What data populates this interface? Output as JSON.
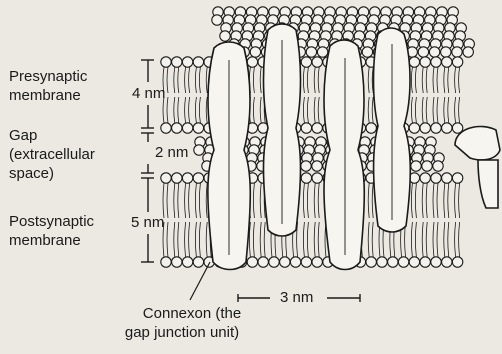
{
  "labels": {
    "presynaptic_line1": "Presynaptic",
    "presynaptic_line2": "membrane",
    "gap_line1": "Gap",
    "gap_line2": "(extracellular",
    "gap_line3": "space)",
    "postsynaptic_line1": "Postsynaptic",
    "postsynaptic_line2": "membrane",
    "connexon_line1": "Connexon (the",
    "connexon_line2": "gap junction unit)"
  },
  "measurements": {
    "presynaptic_thickness": "4 nm",
    "gap_width": "2 nm",
    "postsynaptic_thickness": "5 nm",
    "connexon_spacing": "3 nm"
  },
  "colors": {
    "background": "#ece9e2",
    "ink": "#1a1a1a",
    "lipid_head": "#f4f2ec"
  }
}
